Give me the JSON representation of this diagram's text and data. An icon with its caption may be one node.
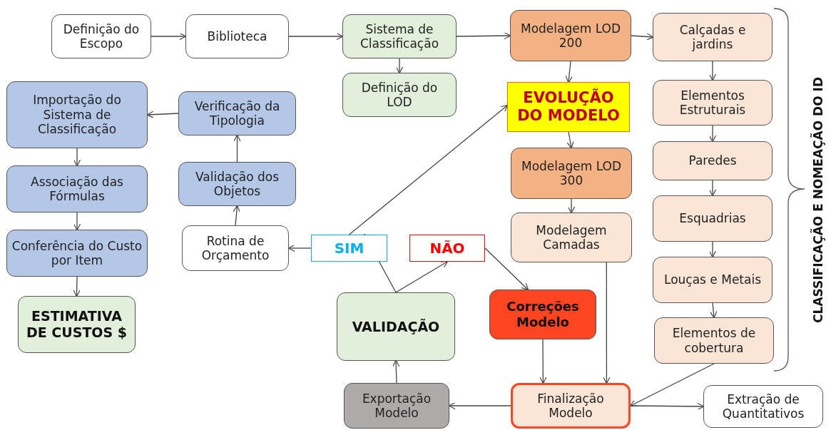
{
  "diagram": {
    "nodes": [
      {
        "text": [
          "Definição do Escopo"
        ]
      },
      {
        "text": [
          "Biblioteca"
        ]
      },
      {
        "text": [
          "Sistema de Classificação"
        ]
      },
      {
        "text": [
          "Definição do LOD"
        ]
      },
      {
        "text": [
          "Modelagem LOD 200"
        ]
      },
      {
        "text": [
          "Calçadas e jardins"
        ]
      },
      {
        "text": [
          "EVOLUÇÃO DO MODELO"
        ]
      },
      {
        "text": [
          "Elementos Estruturais"
        ]
      },
      {
        "text": [
          "Modelagem LOD 300"
        ]
      },
      {
        "text": [
          "Paredes"
        ]
      },
      {
        "text": [
          "Modelagem Camadas"
        ]
      },
      {
        "text": [
          "Esquadrias"
        ]
      },
      {
        "text": [
          "Louças e Metais"
        ]
      },
      {
        "text": [
          "Elementos de cobertura"
        ]
      },
      {
        "text": [
          "Importação do Sistema de Classificação"
        ]
      },
      {
        "text": [
          "Verificação da Tipologia"
        ]
      },
      {
        "text": [
          "Associação das Fórmulas"
        ]
      },
      {
        "text": [
          "Validação dos Objetos"
        ]
      },
      {
        "text": [
          "Conferência do Custo por Item"
        ]
      },
      {
        "text": [
          "Rotina de Orçamento"
        ]
      },
      {
        "text": [
          "SIM"
        ]
      },
      {
        "text": [
          "NÃO"
        ]
      },
      {
        "text": [
          "ESTIMATIVA DE CUSTOS $"
        ]
      },
      {
        "text": [
          "VALIDAÇÃO"
        ]
      },
      {
        "text": [
          "Correções Modelo"
        ]
      },
      {
        "text": [
          "Exportação Modelo"
        ]
      },
      {
        "text": [
          "Finalização Modelo"
        ]
      },
      {
        "text": [
          "Extração de Quantitativos"
        ]
      }
    ],
    "edges": [
      {
        "from": 0,
        "to": 1,
        "arrow": "to"
      },
      {
        "from": 1,
        "to": 2,
        "arrow": "to"
      },
      {
        "from": 2,
        "to": 3,
        "arrow": "to"
      },
      {
        "from": 2,
        "to": 4,
        "arrow": "to"
      },
      {
        "from": 4,
        "to": 5,
        "arrow": "to"
      },
      {
        "from": 4,
        "to": 6,
        "arrow": "to"
      },
      {
        "from": 6,
        "to": 8,
        "arrow": "to"
      },
      {
        "from": 8,
        "to": 10,
        "arrow": "to"
      },
      {
        "from": 5,
        "to": 7,
        "arrow": "to"
      },
      {
        "from": 7,
        "to": 9,
        "arrow": "to"
      },
      {
        "from": 9,
        "to": 11,
        "arrow": "to"
      },
      {
        "from": 11,
        "to": 12,
        "arrow": "to"
      },
      {
        "from": 12,
        "to": 13,
        "arrow": "to"
      },
      {
        "from": 13,
        "to": 26,
        "arrow": "to"
      },
      {
        "from": 10,
        "to": 26,
        "arrow": "to"
      },
      {
        "from": 24,
        "to": 26,
        "arrow": "to"
      },
      {
        "from": 26,
        "to": 25,
        "arrow": "to"
      },
      {
        "from": 26,
        "to": 27,
        "arrow": "to"
      },
      {
        "from": 25,
        "to": 23,
        "arrow": "to"
      },
      {
        "from": 23,
        "to": 20,
        "arrow": "to"
      },
      {
        "from": 23,
        "to": 21,
        "arrow": "to"
      },
      {
        "from": 20,
        "to": 19,
        "arrow": "to"
      },
      {
        "from": 20,
        "to": 6,
        "arrow": "to"
      },
      {
        "from": 21,
        "to": 24,
        "arrow": "to"
      },
      {
        "from": 19,
        "to": 17,
        "arrow": "to"
      },
      {
        "from": 17,
        "to": 15,
        "arrow": "to"
      },
      {
        "from": 15,
        "to": 14,
        "arrow": "to"
      },
      {
        "from": 14,
        "to": 16,
        "arrow": "to"
      },
      {
        "from": 16,
        "to": 18,
        "arrow": "to"
      },
      {
        "from": 18,
        "to": 22,
        "arrow": "to"
      }
    ],
    "labels": [
      "CLASSIFICAÇÃO E NOMEAÇÃO DO ID"
    ]
  }
}
